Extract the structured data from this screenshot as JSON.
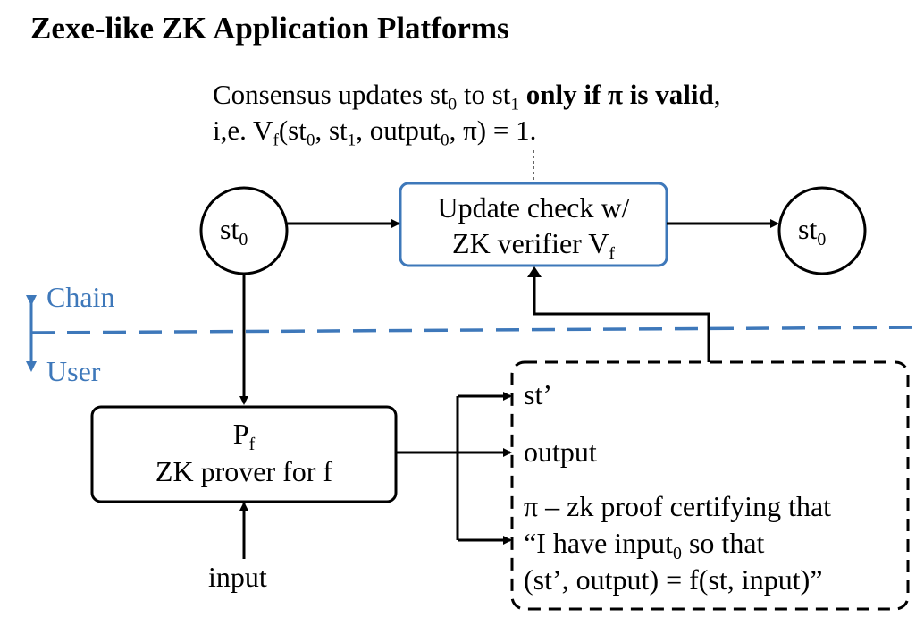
{
  "title": "Zexe-like ZK Application Platforms",
  "consensus": {
    "line1_prefix": "Consensus updates st",
    "line1_sub0": "0",
    "line1_mid": " to st",
    "line1_sub1": "1",
    "line1_bold": "only if π is valid",
    "line1_suffix": ",",
    "line2_prefix": "i,e. V",
    "line2_sub_f": "f",
    "line2_a": "(st",
    "line2_sub0": "0",
    "line2_b": ", st",
    "line2_sub1": "1",
    "line2_c": ", output",
    "line2_sub0b": "0",
    "line2_d": ", π) = 1."
  },
  "nodes": {
    "state_left": {
      "base": "st",
      "sub": "0"
    },
    "state_right": {
      "base": "st",
      "sub": "0"
    },
    "update_check": {
      "line1": "Update check w/",
      "line2_prefix": "ZK verifier V",
      "line2_sub": "f"
    },
    "prover": {
      "line1_base": "P",
      "line1_sub": "f",
      "line2": "ZK prover for f"
    },
    "input": "input"
  },
  "boundary": {
    "chain_label": "Chain",
    "user_label": "User"
  },
  "outputs": {
    "st_prime": "st’",
    "output": "output",
    "proof_line1": "π – zk proof certifying that",
    "proof_line2_prefix": "“I have input",
    "proof_line2_sub": "0",
    "proof_line2_suffix": " so that",
    "proof_line3": "(st’, output) = f(st, input)”"
  },
  "colors": {
    "accent": "#3E78BA",
    "ink": "#000000"
  }
}
